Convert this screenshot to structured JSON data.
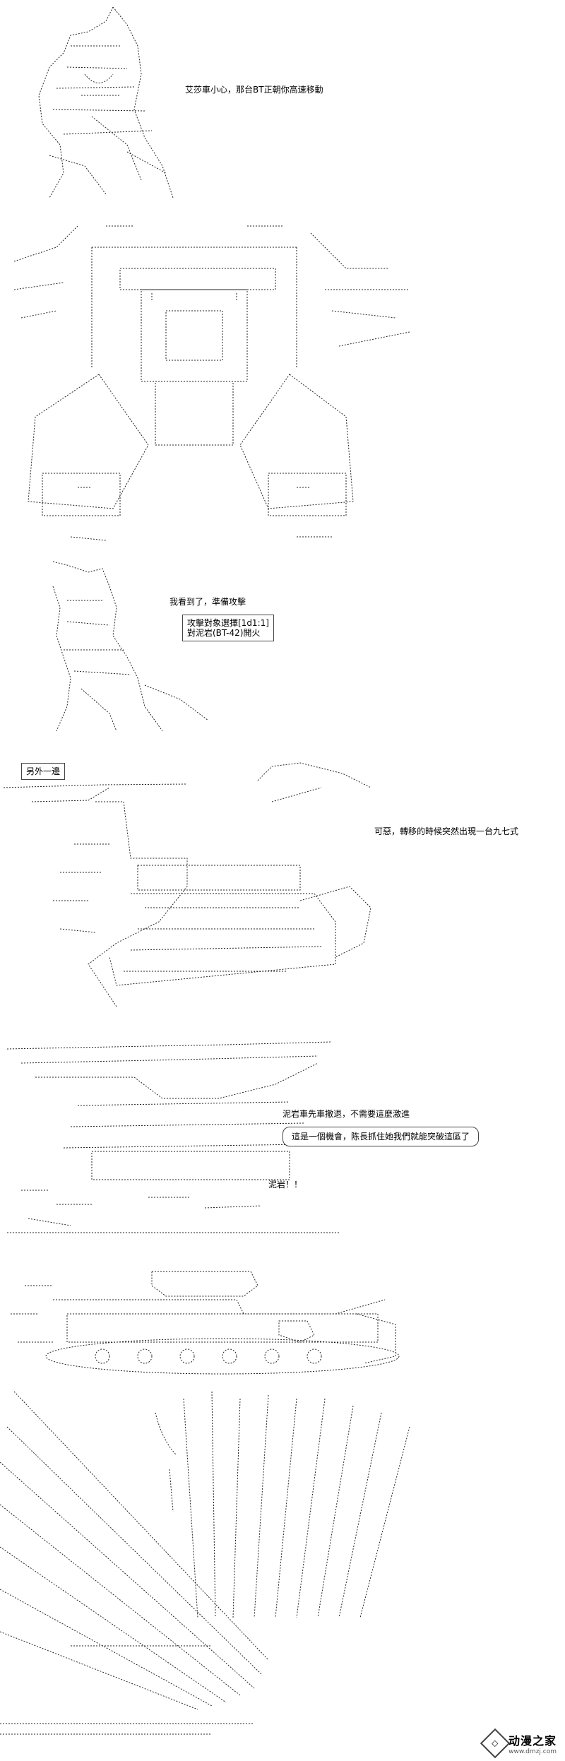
{
  "panel1": {
    "speech": "艾莎車小心，那台BT正朝你高速移動"
  },
  "panel3": {
    "speech": "我看到了，準備攻擊",
    "box_line1": "攻擊對象選擇[1d1:1]",
    "box_line2": "對泥岩(BT-42)開火"
  },
  "panel4": {
    "label": "另外一邊",
    "speech": "可惡，轉移的時候突然出現一台九七式"
  },
  "panel5": {
    "speech": "泥岩車先車撤退，不需要這麼激進",
    "box": "這是一個機會，陈長抓住她我們就能突破這區了",
    "shout": "泥岩！！"
  },
  "watermark": {
    "name": "动漫之家",
    "url": "www.dmzj.com"
  }
}
